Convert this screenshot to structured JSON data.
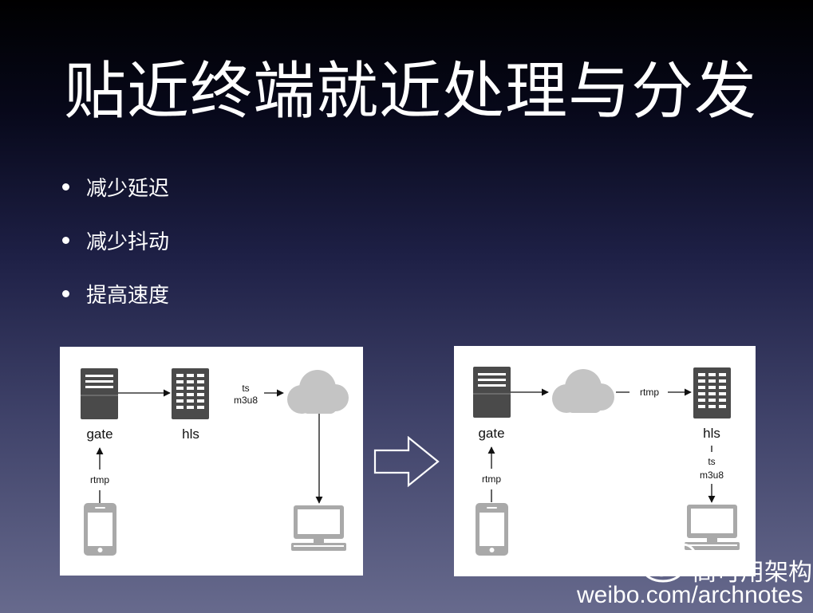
{
  "slide": {
    "title": "贴近终端就近处理与分发",
    "bullets": [
      {
        "text": "减少延迟"
      },
      {
        "text": "减少抖动"
      },
      {
        "text": "提高速度"
      }
    ]
  },
  "diagram_left": {
    "nodes": {
      "gate": "gate",
      "hls": "hls"
    },
    "edge_labels": {
      "rtmp": "rtmp",
      "ts": "ts",
      "m3u8": "m3u8"
    }
  },
  "diagram_right": {
    "nodes": {
      "gate": "gate",
      "hls": "hls"
    },
    "edge_labels": {
      "rtmp_up": "rtmp",
      "rtmp_cloud": "rtmp",
      "ts": "ts",
      "m3u8": "m3u8"
    }
  },
  "watermark": {
    "name": "高可用架构",
    "url": "weibo.com/archnotes"
  },
  "colors": {
    "server": "#4a4a4a",
    "cloud": "#c4c4c4",
    "device": "#a9a9a9"
  }
}
